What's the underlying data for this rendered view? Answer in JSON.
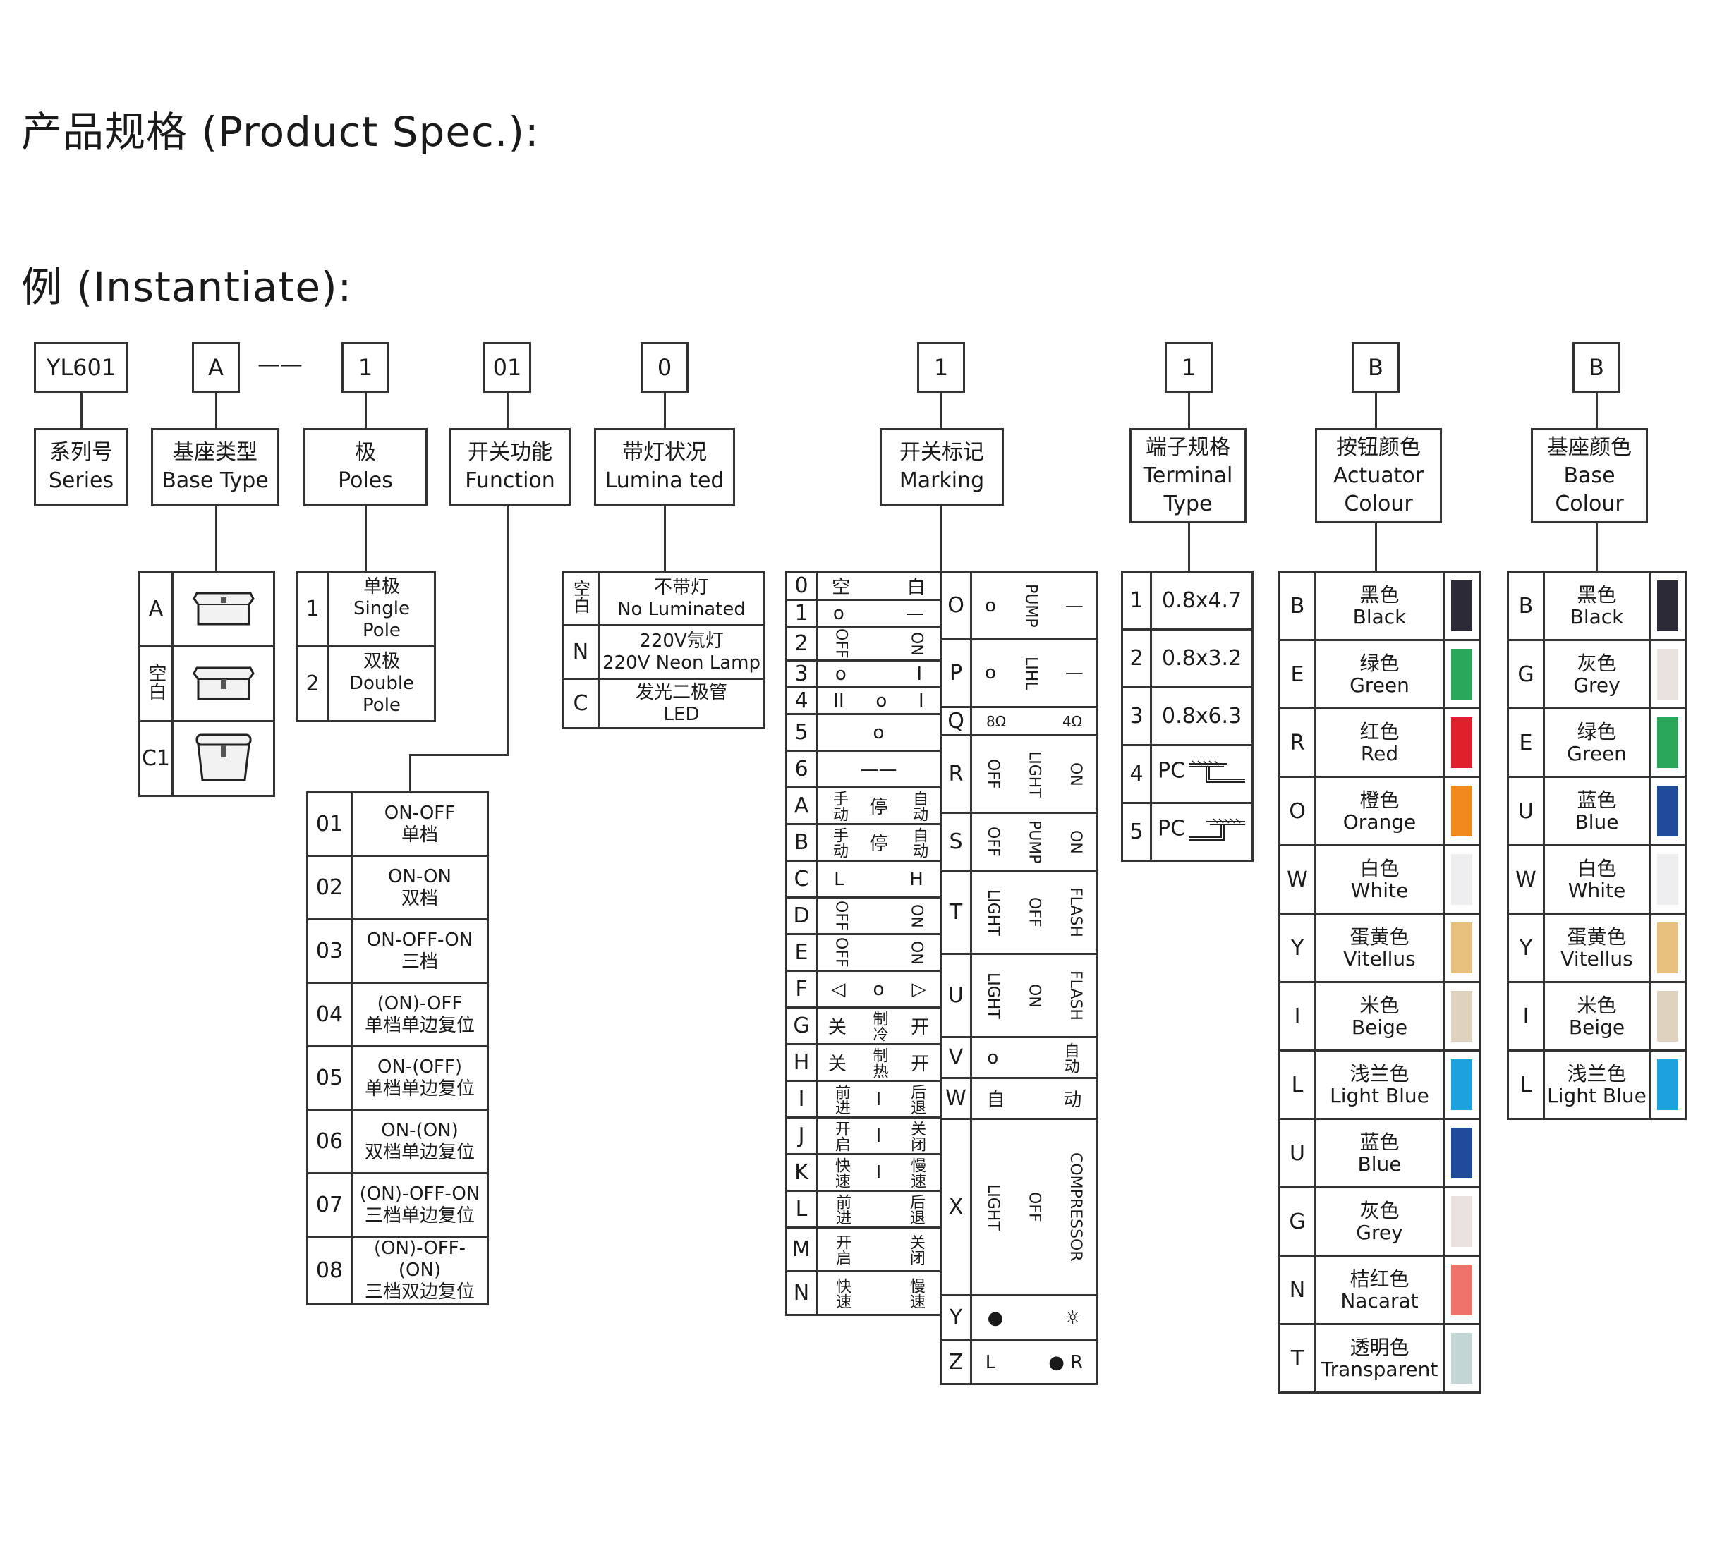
{
  "title": "产品规格 (Product Spec.):",
  "subtitle": "例 (Instantiate):",
  "example_codes": [
    "YL601",
    "A",
    "1",
    "01",
    "0",
    "1",
    "1",
    "B",
    "B"
  ],
  "dash": "——",
  "labels": {
    "series": {
      "cn": "系列号",
      "en": "Series"
    },
    "base_type": {
      "cn": "基座类型",
      "en": "Base Type"
    },
    "poles": {
      "cn": "极",
      "en": "Poles"
    },
    "function": {
      "cn": "开关功能",
      "en": "Function"
    },
    "luminated": {
      "cn": "带灯状况",
      "en": "Lumina ted"
    },
    "marking": {
      "cn": "开关标记",
      "en": "Marking"
    },
    "terminal": {
      "cn": "端子规格",
      "en": "Terminal",
      "en2": "Type"
    },
    "actuator_colour": {
      "cn": "按钮颜色",
      "en": "Actuator",
      "en2": "Colour"
    },
    "base_colour": {
      "cn": "基座颜色",
      "en": "Base",
      "en2": "Colour"
    }
  },
  "base_types": [
    {
      "code": "A",
      "icon": "rocker-switch-a-icon"
    },
    {
      "code": "空白",
      "icon": "rocker-switch-blank-icon"
    },
    {
      "code": "C1",
      "icon": "rocker-switch-c1-icon"
    }
  ],
  "poles": [
    {
      "code": "1",
      "cn": "单极",
      "en1": "Single",
      "en2": "Pole"
    },
    {
      "code": "2",
      "cn": "双极",
      "en1": "Double",
      "en2": "Pole"
    }
  ],
  "lamp": [
    {
      "code": "空白",
      "l1": "不带灯",
      "l2": "No Luminated"
    },
    {
      "code": "N",
      "l1": "220V氖灯",
      "l2": "220V Neon Lamp"
    },
    {
      "code": "C",
      "l1": "发光二极管",
      "l2": "LED"
    }
  ],
  "functions": [
    {
      "code": "01",
      "l1": "ON-OFF",
      "l2": "单档"
    },
    {
      "code": "02",
      "l1": "ON-ON",
      "l2": "双档"
    },
    {
      "code": "03",
      "l1": "ON-OFF-ON",
      "l2": "三档"
    },
    {
      "code": "04",
      "l1": "(ON)-OFF",
      "l2": "单档单边复位"
    },
    {
      "code": "05",
      "l1": "ON-(OFF)",
      "l2": "单档单边复位"
    },
    {
      "code": "06",
      "l1": "ON-(ON)",
      "l2": "双档单边复位"
    },
    {
      "code": "07",
      "l1": "(ON)-OFF-ON",
      "l2": "三档单边复位"
    },
    {
      "code": "08",
      "l1": "(ON)-OFF-(ON)",
      "l2": "三档双边复位"
    }
  ],
  "marking_left": [
    {
      "code": "0",
      "marks": [
        "空",
        "",
        "白"
      ]
    },
    {
      "code": "1",
      "marks": [
        "o",
        "",
        "—"
      ]
    },
    {
      "code": "2",
      "marks": [
        "OFF",
        "",
        "ON"
      ]
    },
    {
      "code": "3",
      "marks": [
        "o",
        "",
        "I"
      ]
    },
    {
      "code": "4",
      "marks": [
        "II",
        "o",
        "I"
      ]
    },
    {
      "code": "5",
      "marks": [
        "",
        "o",
        ""
      ]
    },
    {
      "code": "6",
      "marks": [
        "",
        "——",
        ""
      ]
    },
    {
      "code": "A",
      "marks": [
        "手动",
        "停",
        "自动"
      ]
    },
    {
      "code": "B",
      "marks": [
        "手动",
        "停",
        "自动"
      ]
    },
    {
      "code": "C",
      "marks": [
        "L",
        "",
        "H"
      ]
    },
    {
      "code": "D",
      "marks": [
        "OFF",
        "",
        "ON"
      ]
    },
    {
      "code": "E",
      "marks": [
        "OFF",
        "",
        "ON"
      ]
    },
    {
      "code": "F",
      "marks": [
        "◁",
        "o",
        "▷"
      ]
    },
    {
      "code": "G",
      "marks": [
        "关",
        "制冷",
        "开"
      ]
    },
    {
      "code": "H",
      "marks": [
        "关",
        "制热",
        "开"
      ]
    },
    {
      "code": "I",
      "marks": [
        "前进",
        "I",
        "后退"
      ]
    },
    {
      "code": "J",
      "marks": [
        "开启",
        "I",
        "关闭"
      ]
    },
    {
      "code": "K",
      "marks": [
        "快速",
        "I",
        "慢速"
      ]
    },
    {
      "code": "L",
      "marks": [
        "前进",
        "",
        "后退"
      ]
    },
    {
      "code": "M",
      "marks": [
        "开启",
        "",
        "关闭"
      ]
    },
    {
      "code": "N",
      "marks": [
        "快速",
        "",
        "慢速"
      ]
    }
  ],
  "marking_right": [
    {
      "code": "O",
      "marks": [
        "o",
        "PUMP",
        "—"
      ]
    },
    {
      "code": "P",
      "marks": [
        "o",
        "LIHL",
        "—"
      ]
    },
    {
      "code": "Q",
      "marks": [
        "8Ω",
        "",
        "4Ω"
      ]
    },
    {
      "code": "R",
      "marks": [
        "OFF",
        "LIGHT",
        "ON"
      ]
    },
    {
      "code": "S",
      "marks": [
        "OFF",
        "PUMP",
        "ON"
      ]
    },
    {
      "code": "T",
      "marks": [
        "LIGHT",
        "OFF",
        "FLASH"
      ]
    },
    {
      "code": "U",
      "marks": [
        "LIGHT",
        "ON",
        "FLASH"
      ]
    },
    {
      "code": "V",
      "marks": [
        "o",
        "",
        "自动"
      ]
    },
    {
      "code": "W",
      "marks": [
        "自",
        "",
        "动"
      ]
    },
    {
      "code": "X",
      "marks": [
        "LIGHT",
        "OFF",
        "COMPRESSOR"
      ]
    },
    {
      "code": "Y",
      "marks": [
        "●",
        "",
        "☼"
      ]
    },
    {
      "code": "Z",
      "marks": [
        "L",
        "",
        "● R"
      ]
    }
  ],
  "terminals": [
    {
      "code": "1",
      "spec": "0.8x4.7"
    },
    {
      "code": "2",
      "spec": "0.8x3.2"
    },
    {
      "code": "3",
      "spec": "0.8x6.3"
    },
    {
      "code": "4",
      "spec": "PC",
      "icon": "pc-terminal-straight-icon"
    },
    {
      "code": "5",
      "spec": "PC",
      "icon": "pc-terminal-bent-icon"
    }
  ],
  "actuator_colours": [
    {
      "code": "B",
      "cn": "黑色",
      "en": "Black",
      "color": "#2b2a36"
    },
    {
      "code": "E",
      "cn": "绿色",
      "en": "Green",
      "color": "#2aa85a"
    },
    {
      "code": "R",
      "cn": "红色",
      "en": "Red",
      "color": "#e0202a"
    },
    {
      "code": "O",
      "cn": "橙色",
      "en": "Orange",
      "color": "#f08a1c"
    },
    {
      "code": "W",
      "cn": "白色",
      "en": "White",
      "color": "#eeeef0"
    },
    {
      "code": "Y",
      "cn": "蛋黄色",
      "en": "Vitellus",
      "color": "#e8c17e"
    },
    {
      "code": "I",
      "cn": "米色",
      "en": "Beige",
      "color": "#dfd2bf"
    },
    {
      "code": "L",
      "cn": "浅兰色",
      "en": "Light Blue",
      "color": "#1ca3dd"
    },
    {
      "code": "U",
      "cn": "蓝色",
      "en": "Blue",
      "color": "#1f4b9a"
    },
    {
      "code": "G",
      "cn": "灰色",
      "en": "Grey",
      "color": "#e9e2df"
    },
    {
      "code": "N",
      "cn": "桔红色",
      "en": "Nacarat",
      "color": "#ee716a"
    },
    {
      "code": "T",
      "cn": "透明色",
      "en": "Transparent",
      "color": "#c3d6d6"
    }
  ],
  "base_colours": [
    {
      "code": "B",
      "cn": "黑色",
      "en": "Black",
      "color": "#2b2a36"
    },
    {
      "code": "G",
      "cn": "灰色",
      "en": "Grey",
      "color": "#e9e2df"
    },
    {
      "code": "E",
      "cn": "绿色",
      "en": "Green",
      "color": "#2aa85a"
    },
    {
      "code": "U",
      "cn": "蓝色",
      "en": "Blue",
      "color": "#1f4b9a"
    },
    {
      "code": "W",
      "cn": "白色",
      "en": "White",
      "color": "#eeeef0"
    },
    {
      "code": "Y",
      "cn": "蛋黄色",
      "en": "Vitellus",
      "color": "#e8c17e"
    },
    {
      "code": "I",
      "cn": "米色",
      "en": "Beige",
      "color": "#dfd2bf"
    },
    {
      "code": "L",
      "cn": "浅兰色",
      "en": "Light Blue",
      "color": "#1ca3dd"
    }
  ]
}
